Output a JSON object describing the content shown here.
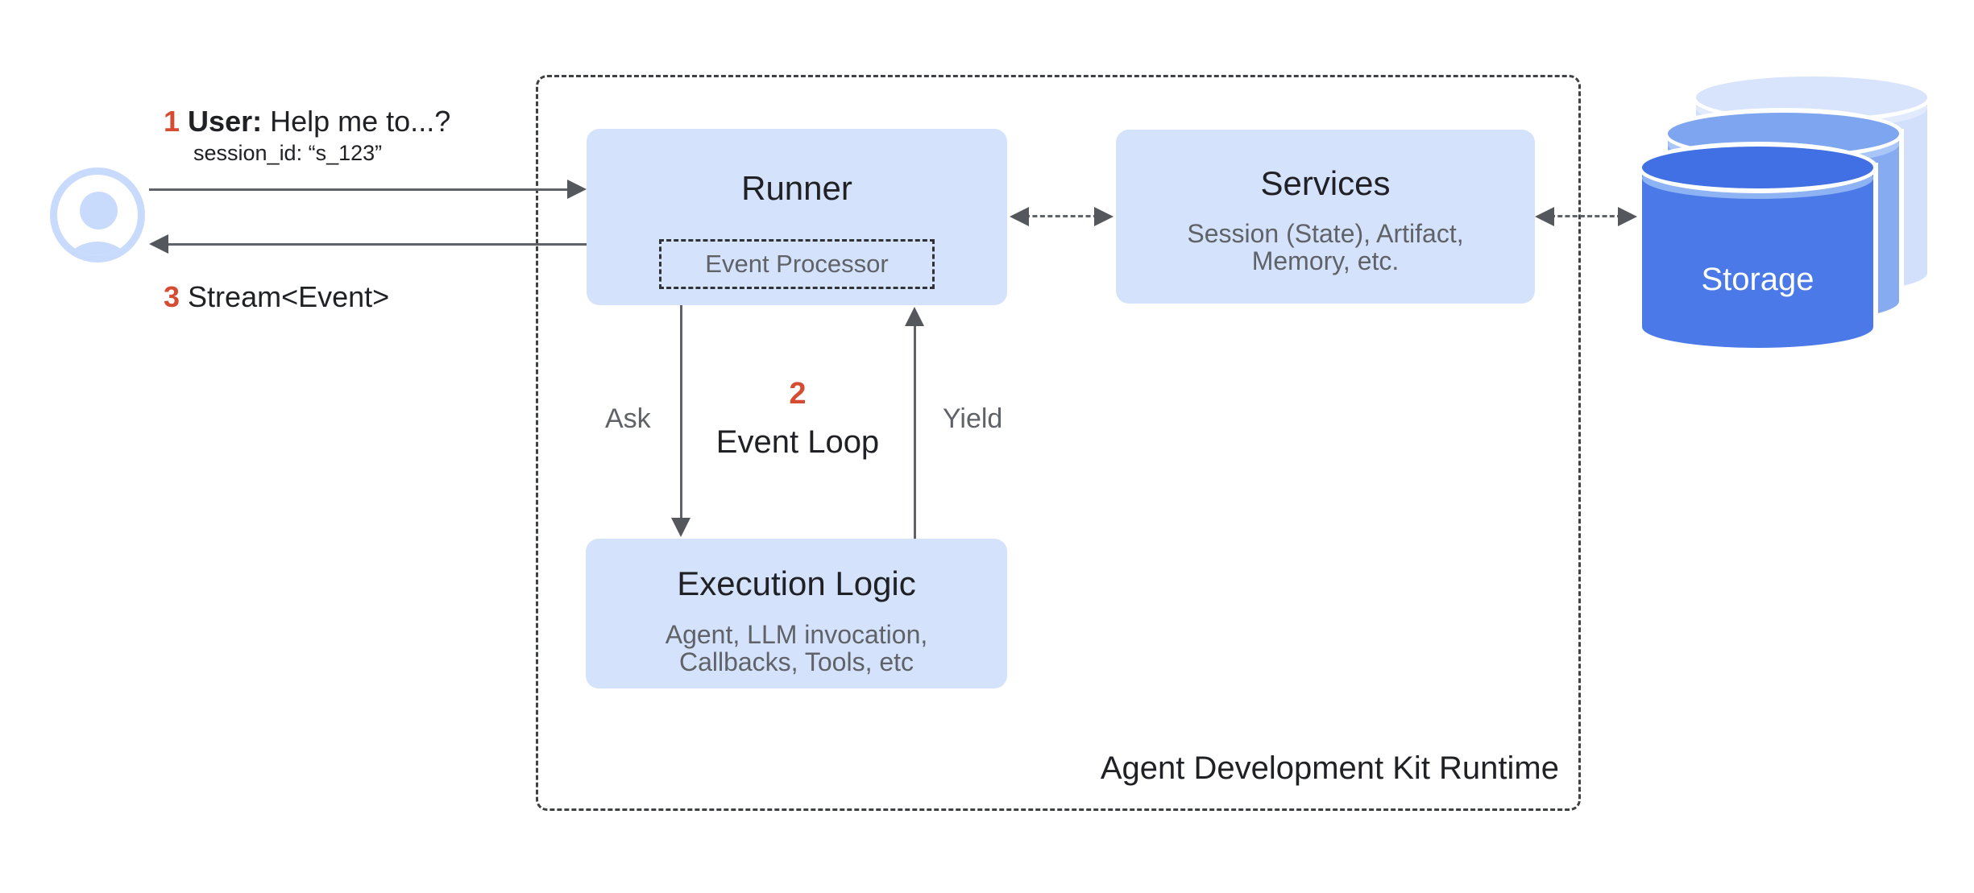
{
  "user_flow": {
    "step1_number": "1",
    "step1_bold": "User:",
    "step1_text": "Help me to...?",
    "session_line": "session_id: “s_123”",
    "step3_number": "3",
    "step3_text": "Stream<Event>"
  },
  "runtime": {
    "label": "Agent Development Kit Runtime",
    "runner": {
      "title": "Runner",
      "inner_box": "Event Processor"
    },
    "services": {
      "title": "Services",
      "subtitle_line1": "Session (State), Artifact,",
      "subtitle_line2": "Memory, etc."
    },
    "execution": {
      "title": "Execution Logic",
      "subtitle_line1": "Agent, LLM invocation,",
      "subtitle_line2": "Callbacks, Tools, etc"
    },
    "event_loop": {
      "number": "2",
      "label": "Event Loop",
      "ask_label": "Ask",
      "yield_label": "Yield"
    }
  },
  "storage": {
    "label": "Storage"
  },
  "colors": {
    "box_fill": "#d5e2fc",
    "title_text": "#202124",
    "subtitle_text": "#5f6368",
    "accent_red": "#d54c33",
    "line_gray": "#5f6368",
    "storage_front": "#4b7ae8",
    "storage_middle": "#83a9f1",
    "storage_back": "#d2e0fb",
    "avatar_blue": "#c9dbfc"
  }
}
